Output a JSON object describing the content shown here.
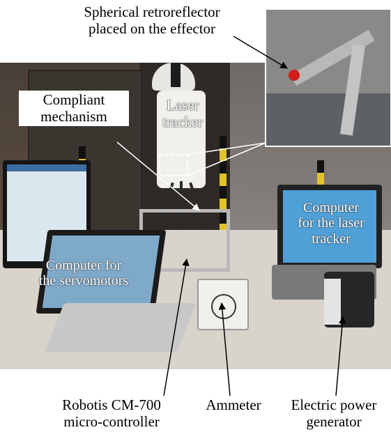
{
  "labels": {
    "retroreflector": "Spherical retroreflector\nplaced on the effector",
    "compliant": "Compliant\nmechanism",
    "laser_tracker": "Laser\ntracker",
    "computer_laser": "Computer\nfor the laser\ntracker",
    "computer_servo": "Computer for\nthe servomotors",
    "robotis": "Robotis CM-700\nmicro-controller",
    "ammeter": "Ammeter",
    "power": "Electric power\ngenerator"
  },
  "colors": {
    "arrow": "#000000",
    "dashed_box": "#ffffff",
    "reflector_ball": "#d21c1c"
  }
}
